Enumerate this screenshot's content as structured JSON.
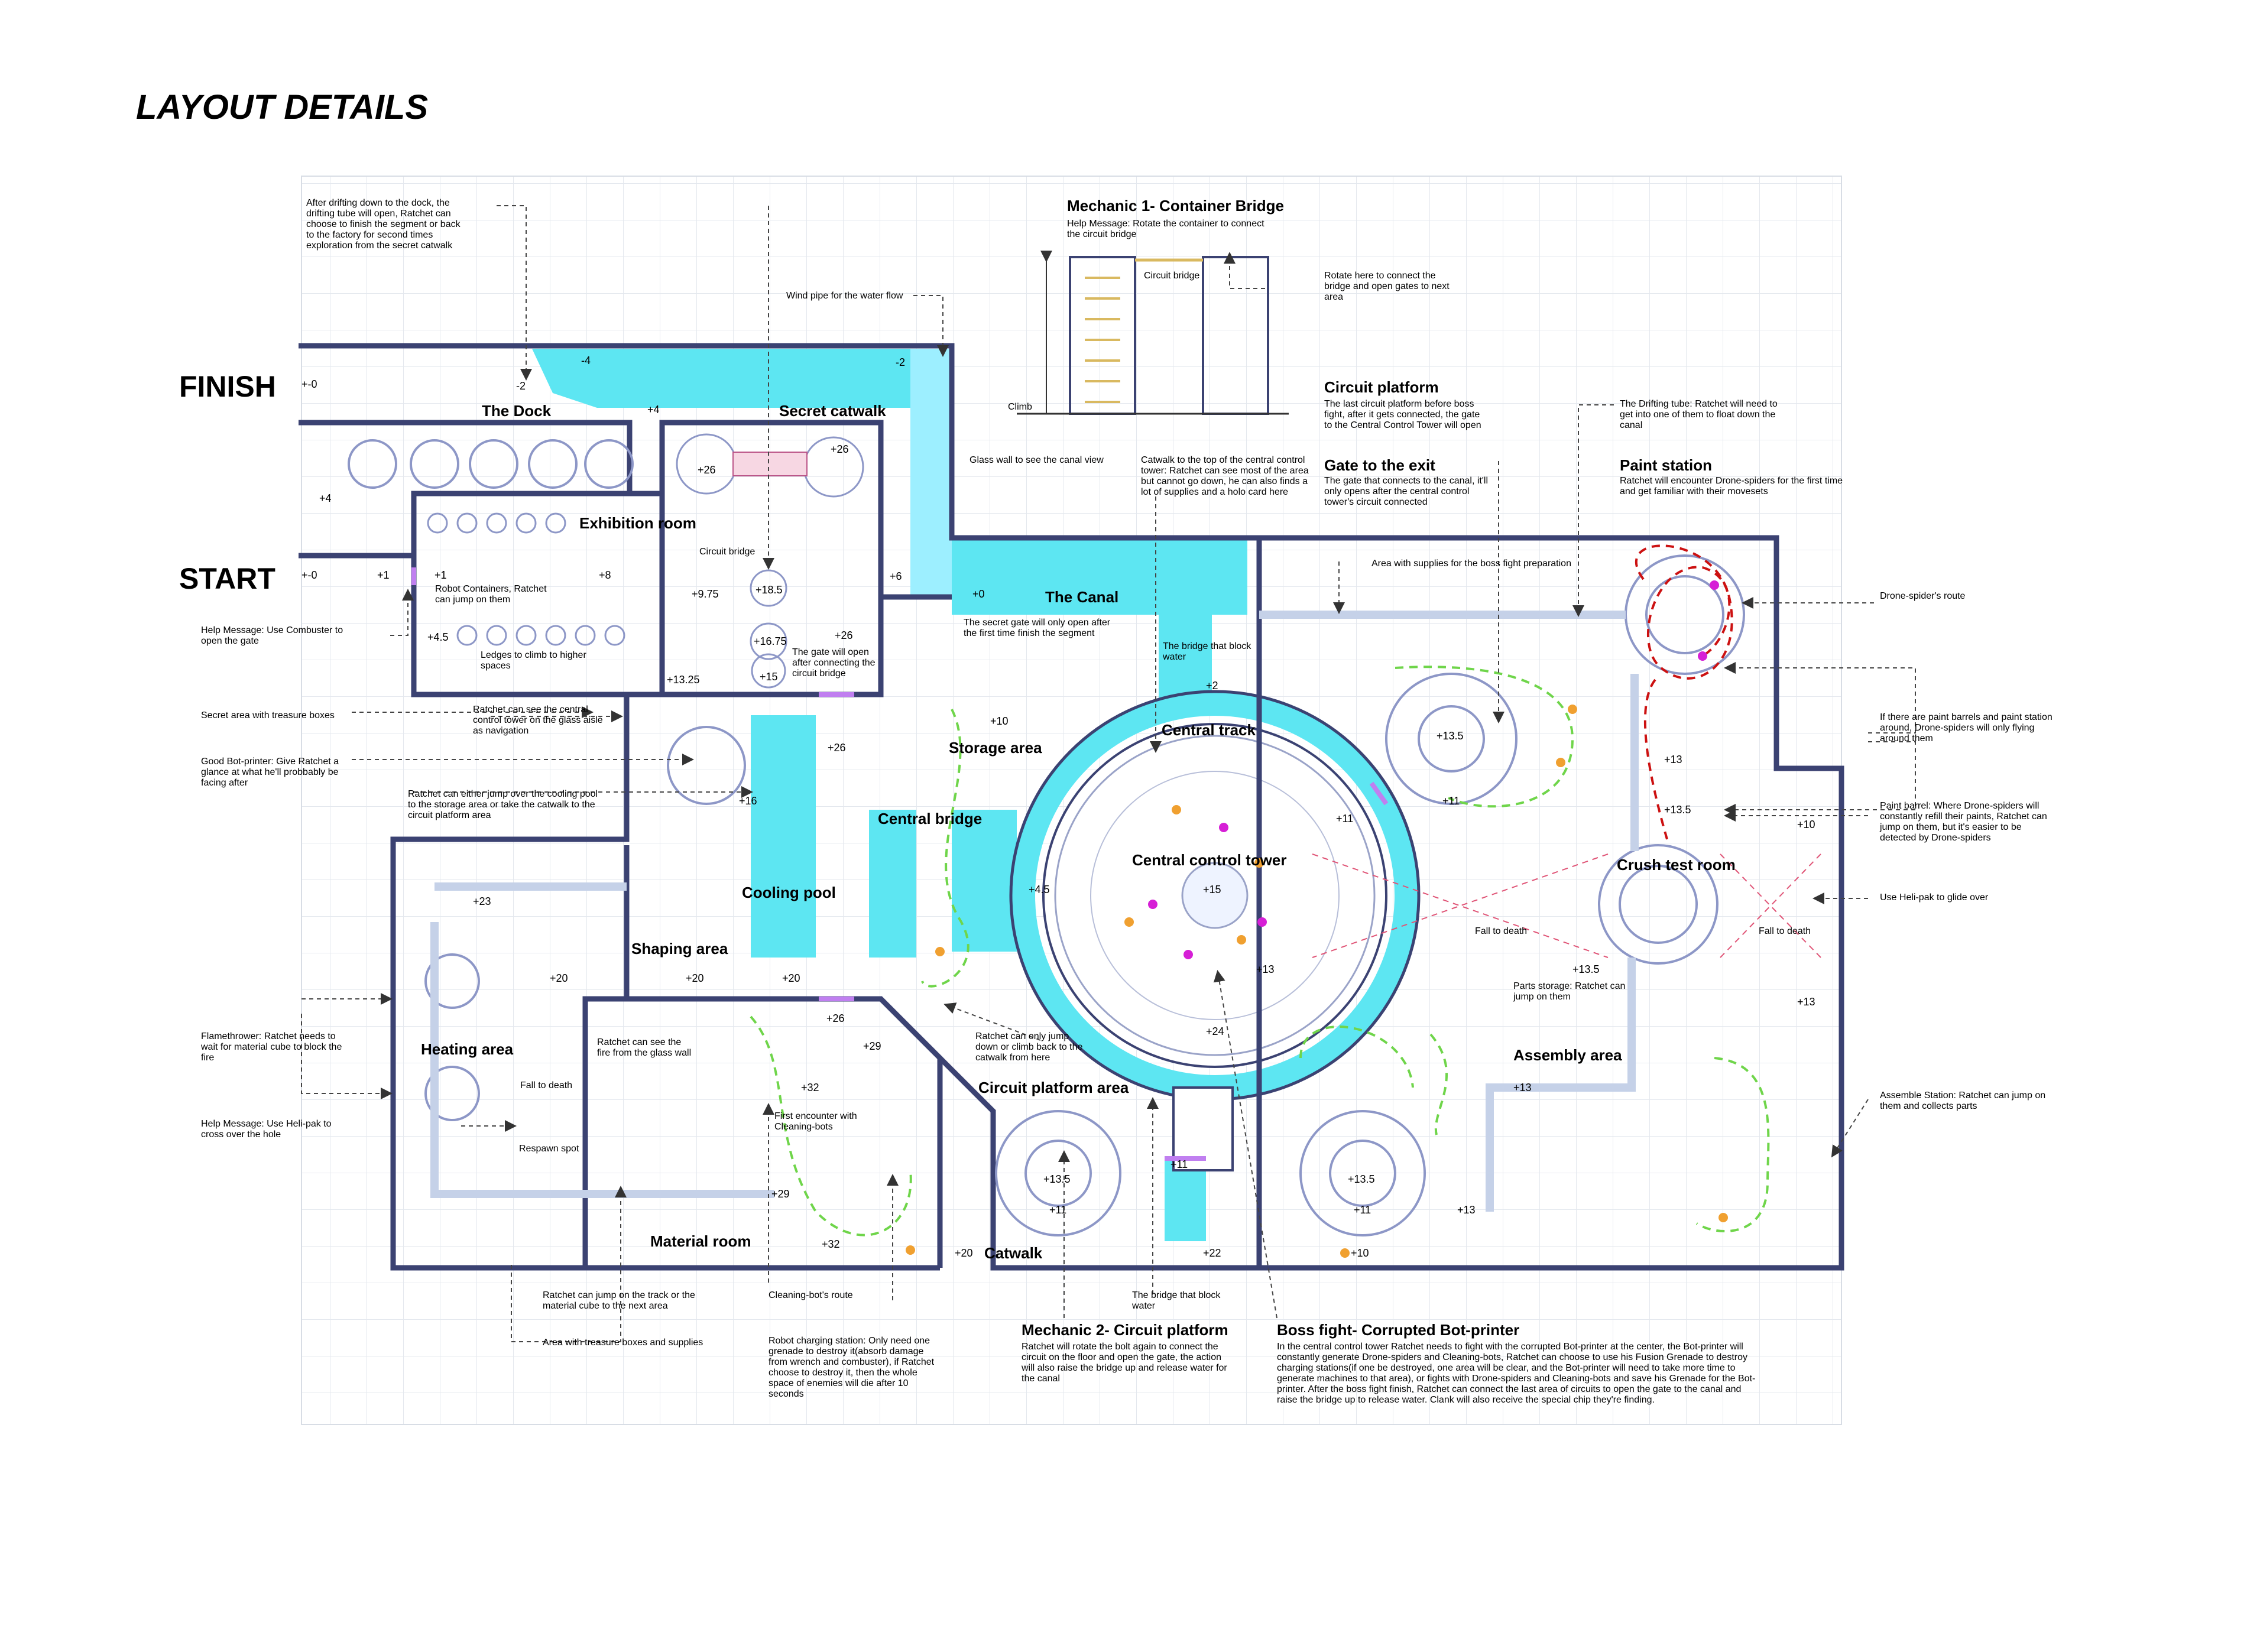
{
  "page": {
    "title": "LAYOUT DETAILS"
  },
  "colors": {
    "wall": "#3b4272",
    "water": "#5de6f2",
    "water_light": "#b8f3f8",
    "grid": "#e4e8ee",
    "route": "#cc1111",
    "path_green": "#6fd54a",
    "node_orange": "#f0a030",
    "node_magenta": "#d61fd6",
    "gate_purple": "#c07ff0"
  },
  "labels": {
    "finish": "FINISH",
    "start": "START",
    "rooms": {
      "the_dock": "The Dock",
      "secret_catwalk": "Secret catwalk",
      "exhibition_room": "Exhibition room",
      "the_canal": "The Canal",
      "central_track": "Central track",
      "storage_area": "Storage area",
      "central_bridge": "Central bridge",
      "cooling_pool": "Cooling pool",
      "shaping_area": "Shaping area",
      "central_control_tower": "Central control tower",
      "heating_area": "Heating area",
      "material_room": "Material room",
      "circuit_platform_area": "Circuit platform area",
      "catwalk": "Catwalk",
      "crush_test_room": "Crush test room",
      "assembly_area": "Assembly area"
    },
    "heights": {
      "h_dock_0": "+-0",
      "h_dock_m2": "-2",
      "h_m4": "-4",
      "h_m2b": "-2",
      "h_p4_top": "+4",
      "h_p4_left": "+4",
      "h_sc26a": "+26",
      "h_sc26b": "+26",
      "h_start0": "+-0",
      "h_p1a": "+1",
      "h_p1b": "+1",
      "h_p8": "+8",
      "h_975": "+9.75",
      "h_185": "+18.5",
      "h_45a": "+4.5",
      "h_1675": "+16.75",
      "h_p26c": "+26",
      "h_p6": "+6",
      "h_1325": "+13.25",
      "h_p15a": "+15",
      "h_p0": "+0",
      "h_p2": "+2",
      "h_p10a": "+10",
      "h_p26d": "+26",
      "h_p16": "+16",
      "h_p23": "+23",
      "h_p20a": "+20",
      "h_p20b": "+20",
      "h_p20c": "+20",
      "h_45b": "+4.5",
      "h_p15b": "+15",
      "h_p13a": "+13",
      "h_p24": "+24",
      "h_p26e": "+26",
      "h_p29a": "+29",
      "h_p32a": "+32",
      "h_p29b": "+29",
      "h_p32b": "+32",
      "h_135a": "+13.5",
      "h_p11a": "+11",
      "h_p11b": "+11",
      "h_p22": "+22",
      "h_p20d": "+20",
      "h_135b": "+13.5",
      "h_p11c": "+11",
      "h_p10b": "+10",
      "h_135c": "+13.5",
      "h_p11d": "+11",
      "h_p13b": "+13",
      "h_135d": "+13.5",
      "h_p10c": "+10",
      "h_p11e": "+11",
      "h_135e": "+13.5",
      "h_p13c": "+13",
      "h_p13d": "+13",
      "h_p13e": "+13"
    },
    "inline": {
      "robot_containers": "Robot Containers, Ratchet can jump on them",
      "ledges": "Ledges to climb to higher spaces",
      "circuit_bridge_inner": "Circuit bridge",
      "gate_open_after": "The gate will open after connecting the circuit bridge",
      "secret_gate": "The secret gate will only open after the first time finish the segment",
      "bridge_block_top": "The bridge that block water",
      "fall_to_death_a": "Fall to death",
      "fall_to_death_b": "Fall to death",
      "fall_to_death_c": "Fall to death",
      "respawn_spot": "Respawn spot",
      "ratchet_see_fire": "Ratchet can see the fire from the glass wall",
      "first_encounter": "First encounter with Cleaning-bots",
      "parts_storage": "Parts storage: Ratchet can jump on them",
      "area_supplies_boss": "Area with supplies for the boss fight preparation"
    },
    "mechanic1": {
      "title": "Mechanic 1- Container Bridge",
      "help": "Help Message: Rotate the container to connect the circuit bridge",
      "circuit_bridge": "Circuit bridge",
      "climb": "Climb",
      "rotate_here": "Rotate here to connect the bridge and open gates to next area"
    },
    "annotations": {
      "after_drifting": "After drifting down to the dock, the drifting tube will open, Ratchet can choose to finish the segment or back to the factory for second times exploration from the secret catwalk",
      "wind_pipe": "Wind pipe for the water flow",
      "glass_wall": "Glass wall to see the canal view",
      "catwalk_top": "Catwalk to the top of the central control tower: Ratchet can see most of the area but cannot go down, he can also finds a lot of supplies and a holo card here",
      "circuit_platform_title": "Circuit platform",
      "circuit_platform_text": "The last circuit platform before boss fight, after it gets connected, the gate to the Central Control Tower will open",
      "gate_exit_title": "Gate to the exit",
      "gate_exit_text": "The gate that connects to the canal, it'll only opens after the central control tower's circuit connected",
      "drifting_tube": "The Drifting tube: Ratchet will need to get into one of them to float down the canal",
      "paint_station_title": "Paint station",
      "paint_station_text": "Ratchet will encounter Drone-spiders for the first time and get familiar with their movesets",
      "help_combuster": "Help Message: Use Combuster to open the gate",
      "secret_area": "Secret area with treasure boxes",
      "good_bot": "Good Bot-printer: Give Ratchet a glance at what he'll probbably be facing after",
      "ratchet_see_tower": "Ratchet can see the central control tower on the glass aisle as navigation",
      "ratchet_jump_cooling": "Ratchet can either jump over the cooling pool to the storage area or take the catwalk to the circuit platform area",
      "flamethrower": "Flamethrower: Ratchet needs to wait for material cube to block the fire",
      "help_helipak_hole": "Help Message: Use Heli-pak to cross over the hole",
      "ratchet_track": "Ratchet can jump on the track or the material cube to the next area",
      "area_treasure": "Area with treasure boxes and supplies",
      "cleaning_route": "Cleaning-bot's route",
      "robot_charging": "Robot charging station: Only need one grenade to destroy it(absorb damage from wrench and combuster), if Ratchet choose to destroy it, then the whole space of enemies will die after 10 seconds",
      "ratchet_only_jump": "Ratchet can only jump down or climb back to the catwalk from here",
      "bridge_block_bottom": "The bridge that block water",
      "mechanic2_title": "Mechanic 2- Circuit platform",
      "mechanic2_text": "Ratchet will rotate the bolt again to connect the circuit on the floor and open the gate, the action will also raise the bridge up and release water for the canal",
      "boss_title": "Boss fight-  Corrupted Bot-printer",
      "boss_text": "In the central control tower Ratchet needs to fight with the corrupted Bot-printer at the center, the Bot-printer will constantly generate Drone-spiders and Cleaning-bots, Ratchet can choose to use his Fusion Grenade to destroy charging stations(if one be destroyed, one area will be clear, and the Bot-printer will need to take more time to generate machines to that area), or fights with Drone-spiders and Cleaning-bots and save his Grenade for the Bot-printer. After the boss fight finish, Ratchet can connect the last area of circuits to open the gate to the canal and raise the bridge up to release water. Clank will also receive the special chip they're finding.",
      "drone_route": "Drone-spider's route",
      "paint_barrels_around": "If there are paint barrels and paint station around, Drone-spiders will only flying around them",
      "paint_barrel": "Paint barrel: Where Drone-spiders will constantly refill their paints, Ratchet can jump on them, but it's easier to be detected by Drone-spiders",
      "use_helipak": "Use Heli-pak to glide over",
      "assemble_station": "Assemble Station: Ratchet can jump on them and collects parts"
    }
  }
}
